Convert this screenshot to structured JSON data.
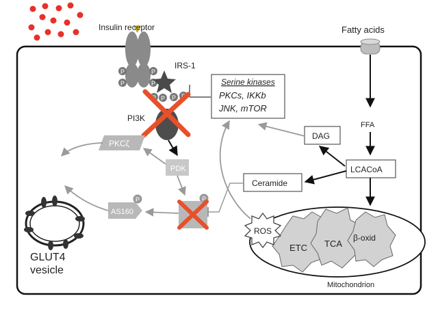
{
  "labels": {
    "insulin_receptor": "Insulin receptor",
    "irs1": "IRS-1",
    "pi3k": "PI3K",
    "fatty_acids": "Fatty acids",
    "ffa": "FFA",
    "lcacoa": "LCACoA",
    "dag": "DAG",
    "ceramide": "Ceramide",
    "serine_kinases_title": "Serine kinases",
    "serine_kinases_line1": "PKCs, IKKb",
    "serine_kinases_line2": "JNK, mTOR",
    "pkc_zeta": "PKCζ",
    "pdk": "PDK",
    "as160": "AS160",
    "p": "P",
    "glut4_line1": "GLUT4",
    "glut4_line2": "vesicle",
    "ros": "ROS",
    "etc": "ETC",
    "tca": "TCA",
    "beta_oxid": "β-oxid",
    "mitochondrion": "Mitochondrion"
  },
  "colors": {
    "insulin_dots": "#e8302a",
    "receptor_gray": "#8a8a8a",
    "pathway_gray": "#b8b8b8",
    "cross_red": "#e8502a",
    "receptor_marker": "#f2d21e"
  }
}
